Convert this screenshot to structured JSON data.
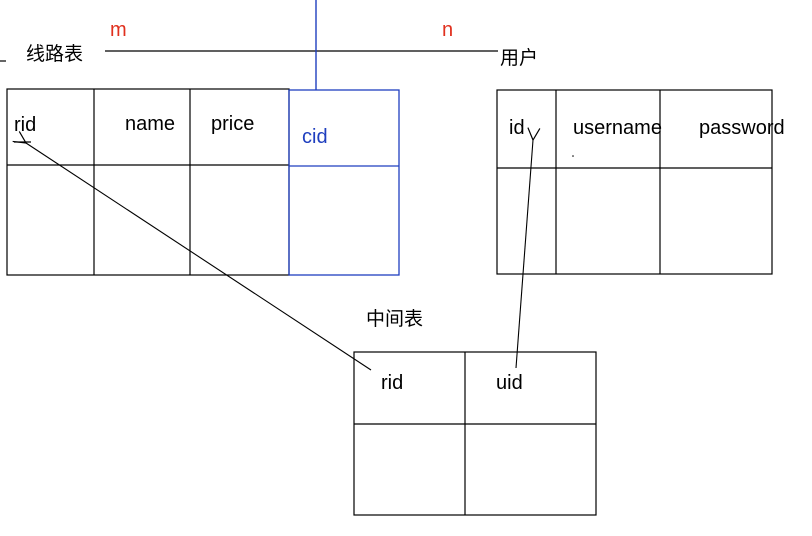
{
  "relation": {
    "left_entity": "线路表",
    "right_entity": "用户",
    "left_multiplicity": "m",
    "right_multiplicity": "n"
  },
  "route_table": {
    "columns": [
      "rid",
      "name",
      "price",
      "cid"
    ]
  },
  "user_table": {
    "columns": [
      "id",
      "username",
      "password"
    ]
  },
  "junction_table": {
    "title": "中间表",
    "columns": [
      "rid",
      "uid"
    ]
  },
  "colors": {
    "line": "#000000",
    "highlight_blue": "#1f3fbf",
    "multiplicity_red": "#e0301e",
    "background": "#ffffff"
  }
}
